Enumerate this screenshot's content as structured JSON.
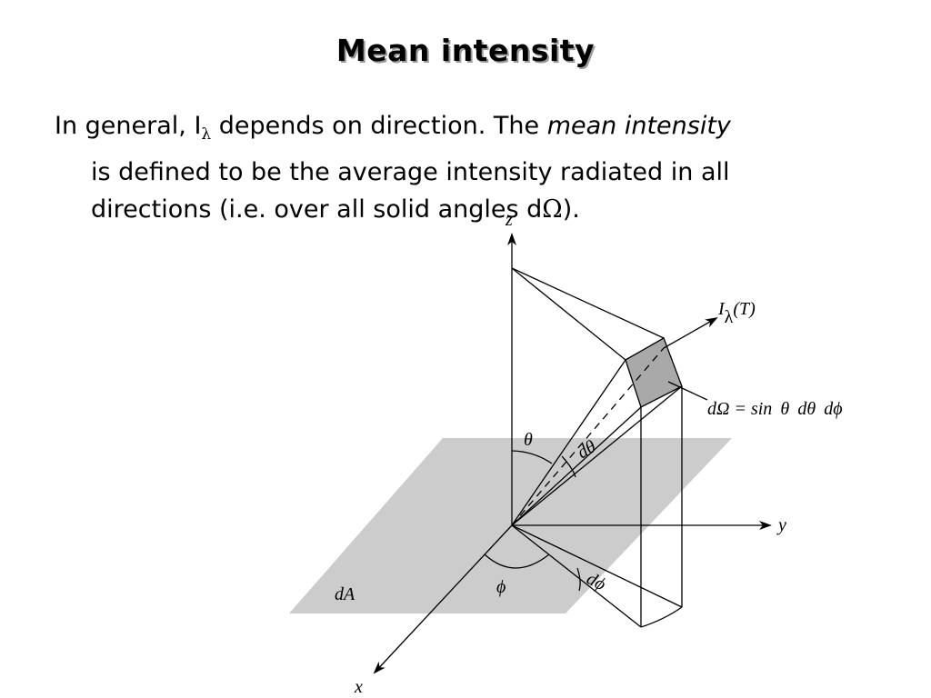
{
  "slide": {
    "title": "Mean intensity",
    "p1_a": "In general, I",
    "p1_sub": "λ",
    "p1_b": " depends on direction.  The ",
    "p1_em": "mean intensity",
    "p2": "is defined to be the average intensity radiated in all",
    "p3_a": "directions (i.e. over all solid angles d",
    "p3_omega": "Ω",
    "p3_b": ")."
  },
  "diagram": {
    "axis_z": "z",
    "axis_y": "y",
    "axis_x": "x",
    "surface_label": "dA",
    "theta_label": "θ",
    "dtheta_label": "dθ",
    "phi_label": "ϕ",
    "dphi_label": "dϕ",
    "intensity_I": "I",
    "intensity_lambda": "λ",
    "intensity_T": "(T)",
    "solid_angle_lhs": "dΩ = sin",
    "solid_angle_theta": "θ",
    "solid_angle_dtheta": "dθ",
    "solid_angle_dphi": "dϕ",
    "colors": {
      "surface": "#cccccc",
      "patch": "#a9a9a9",
      "line": "#000000"
    }
  }
}
